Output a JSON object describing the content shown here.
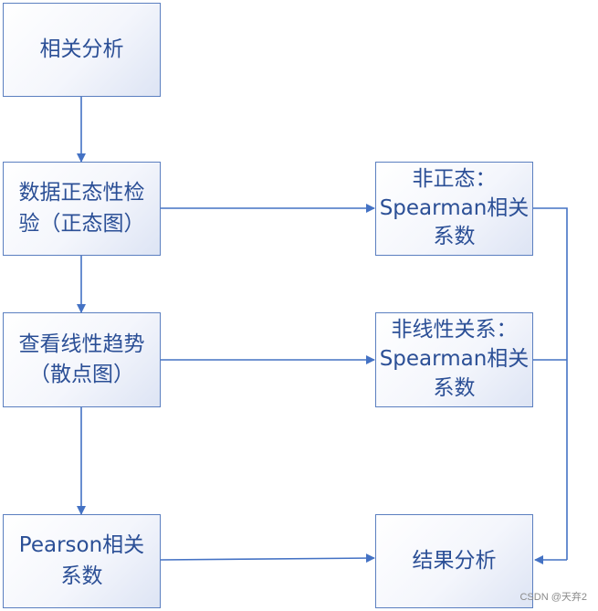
{
  "nodes": {
    "correlation_analysis": "相关分析",
    "normality_test": [
      "数据正态性检",
      "验（正态图）"
    ],
    "linearity_check": [
      "查看线性趋势",
      "（散点图）"
    ],
    "pearson": [
      "Pearson相关",
      "系数"
    ],
    "non_normal_spearman": [
      "非正态：",
      "Spearman相关",
      "系数"
    ],
    "nonlinear_spearman": [
      "非线性关系：",
      "Spearman相关",
      "系数"
    ],
    "result_analysis": "结果分析"
  },
  "watermark": "CSDN @天弃2",
  "colors": {
    "border": "#5b7fc0",
    "text": "#2b4f96",
    "arrow": "#4472c4"
  }
}
